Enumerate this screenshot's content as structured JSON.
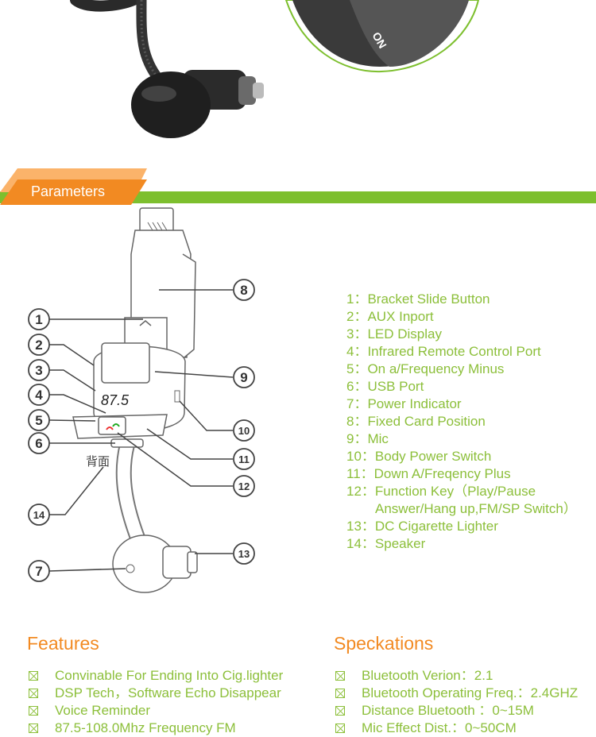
{
  "top_photo": {
    "switch_label": "ON"
  },
  "banner": {
    "title": "Parameters"
  },
  "diagram": {
    "display_reading": "87.5",
    "back_label": "背面",
    "callouts": [
      "1",
      "2",
      "3",
      "4",
      "5",
      "6",
      "7",
      "8",
      "9",
      "10",
      "11",
      "12",
      "13",
      "14"
    ]
  },
  "parameters": [
    "1：Bracket Slide Button",
    "2：AUX Inport",
    "3：LED Display",
    "4：Infrared Remote Control Port",
    "5：On a/Frequency Minus",
    "6：USB Port",
    "7：Power Indicator",
    "8：Fixed Card Position",
    "9：Mic",
    "10：Body Power Switch",
    "11：Down A/Freqency Plus",
    "12：Function Key（Play/Pause",
    "Answer/Hang up,FM/SP Switch）",
    "13：DC Cigarette Lighter",
    "14：Speaker"
  ],
  "features": {
    "title": "Features",
    "items": [
      "Convinable For Ending Into Cig.lighter",
      "DSP Tech，Software Echo Disappear",
      "Voice Reminder",
      "87.5-108.0Mhz Frequency FM"
    ]
  },
  "speckations": {
    "title": "Speckations",
    "items": [
      "Bluetooth Verion：2.1",
      "Bluetooth Operating Freq.：2.4GHZ",
      "Distance Bluetooth ：0~15M",
      "Mic Effect Dist.：0~50CM"
    ]
  },
  "colors": {
    "green": "#7dbf2e",
    "orange": "#f28a22",
    "list_text": "#8cbf3a"
  }
}
